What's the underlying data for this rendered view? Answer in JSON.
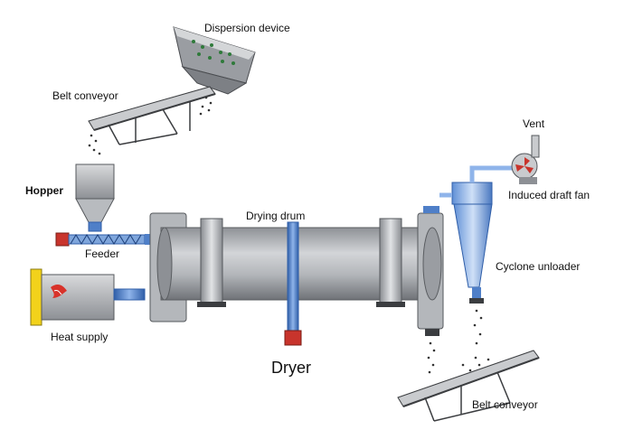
{
  "labels": {
    "dispersion_device": "Dispersion device",
    "belt_conveyor_top": "Belt conveyor",
    "hopper": "Hopper",
    "feeder": "Feeder",
    "heat_supply": "Heat supply",
    "drying_drum": "Drying drum",
    "dryer": "Dryer",
    "vent": "Vent",
    "induced_draft_fan": "Induced draft fan",
    "cyclone_unloader": "Cyclone unloader",
    "belt_conveyor_bottom": "Belt conveyor"
  },
  "colors": {
    "drum_gray": "#a9acb0",
    "pipe_blue": "#4f7fc8",
    "feeder_red": "#c8342c",
    "heat_yellow": "#f2d21b",
    "frame_dark": "#3b3d40"
  },
  "icons": [
    "fan-icon",
    "flame-icon",
    "motor-icon"
  ]
}
